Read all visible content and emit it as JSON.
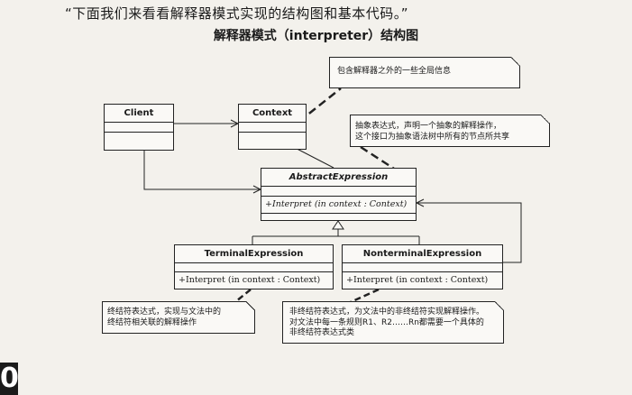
{
  "intro_text": "“下面我们来看看解释器模式实现的结构图和基本代码。”",
  "diagram_title": "解释器模式（interpreter）结构图",
  "classes": {
    "client": {
      "name": "Client"
    },
    "context": {
      "name": "Context"
    },
    "abstract_expression": {
      "name": "AbstractExpression",
      "operation": "+Interpret (in context : Context)"
    },
    "terminal_expression": {
      "name": "TerminalExpression",
      "operation": "+Interpret (in context : Context)"
    },
    "nonterminal_expression": {
      "name": "NonterminalExpression",
      "operation": "+Interpret (in context : Context)"
    }
  },
  "notes": {
    "context_note": "包含解释器之外的一些全局信息",
    "abstract_note": [
      "抽象表达式，声明一个抽象的解释操作，",
      "这个接口为抽象语法树中所有的节点所共享"
    ],
    "terminal_note": [
      "终结符表达式，实现与文法中的",
      "终结符相关联的解释操作"
    ],
    "nonterminal_note": [
      "非终结符表达式，为文法中的非终结符实现解释操作。",
      "对文法中每一条规则R1、R2……Rn都需要一个具体的",
      "非终结符表达式类"
    ]
  },
  "page_badge": "0"
}
